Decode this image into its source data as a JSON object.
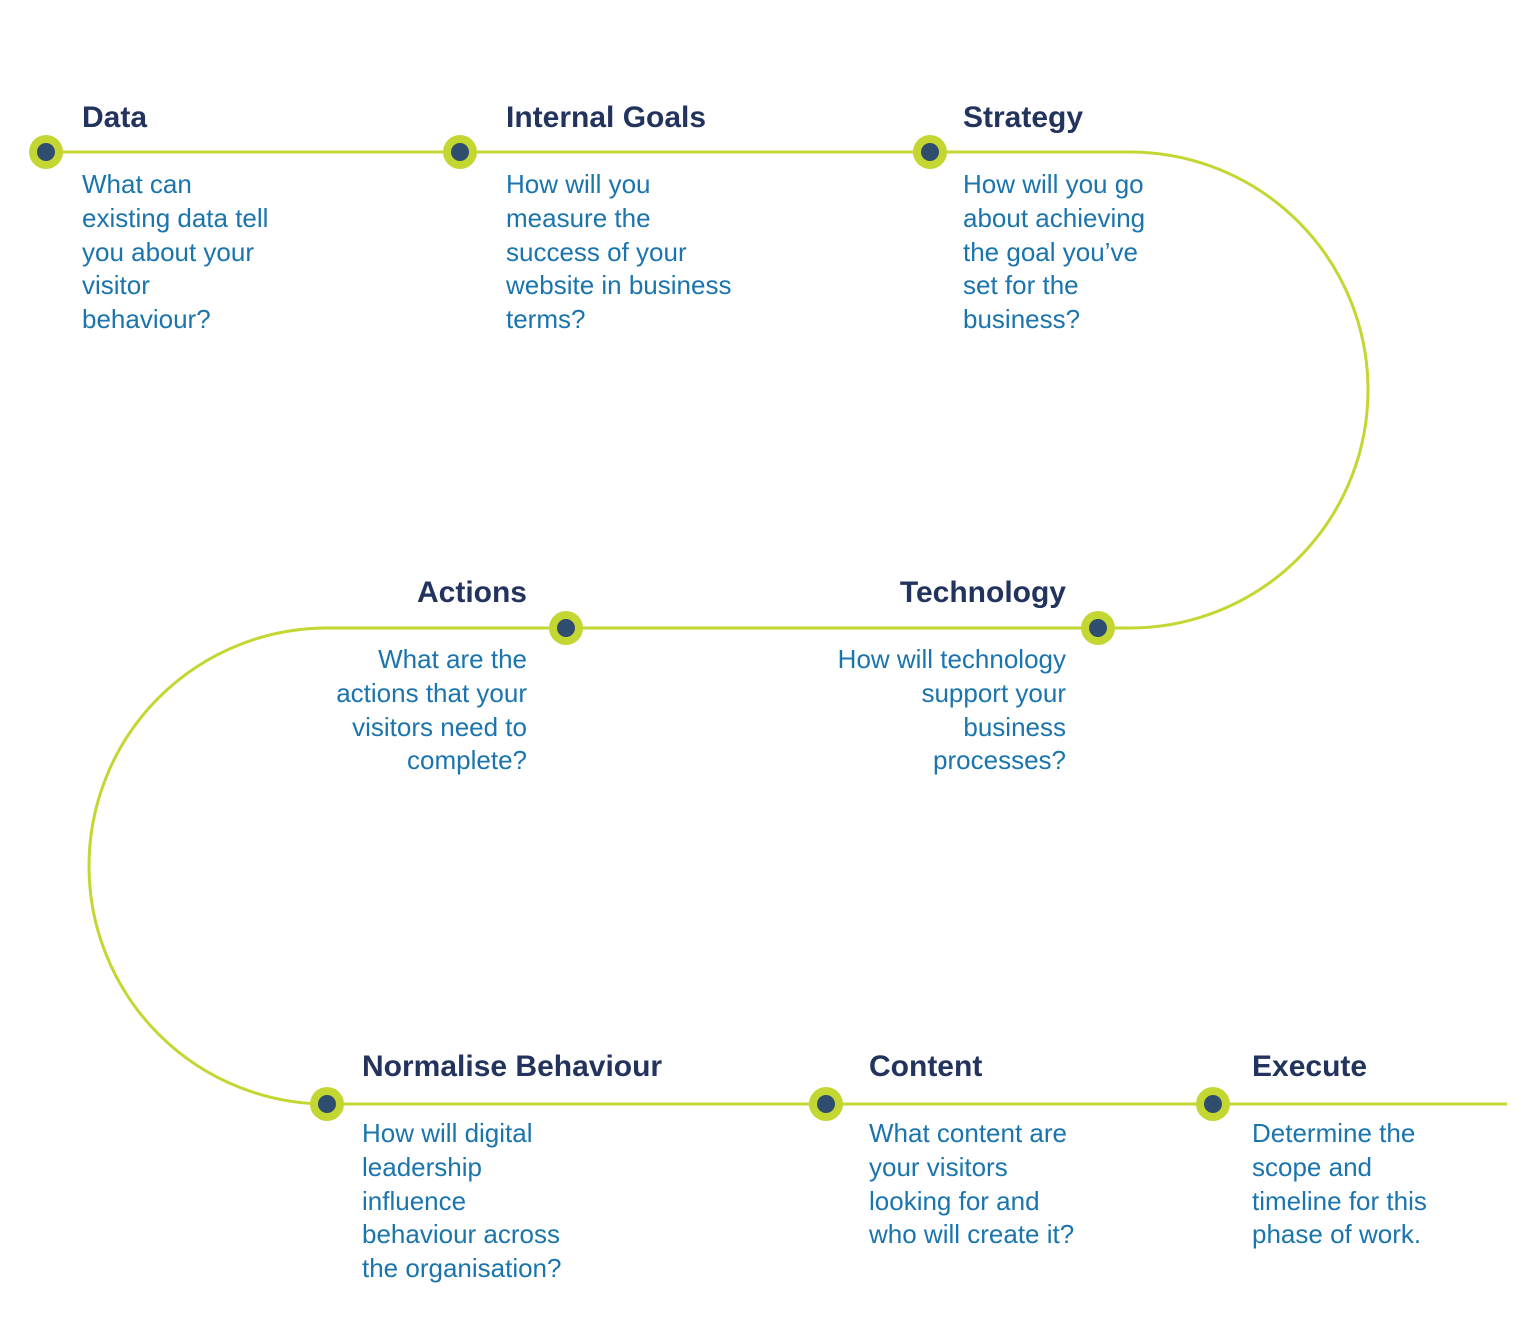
{
  "colors": {
    "path": "#c4d631",
    "node_ring": "#c4d631",
    "node_center": "#2f4d6e",
    "title": "#22335e",
    "description": "#1a74ad"
  },
  "steps": [
    {
      "title": "Data",
      "description": "What can\nexisting data tell\nyou about your\nvisitor\nbehaviour?"
    },
    {
      "title": "Internal Goals",
      "description": "How will you\nmeasure the\nsuccess of your\nwebsite in business\nterms?"
    },
    {
      "title": "Strategy",
      "description": "How will you go\nabout achieving\nthe goal you’ve\nset for the\nbusiness?"
    },
    {
      "title": "Technology",
      "description": "How will technology\nsupport your\nbusiness\nprocesses?"
    },
    {
      "title": "Actions",
      "description": "What are the\nactions that your\nvisitors need to\ncomplete?"
    },
    {
      "title": "Normalise Behaviour",
      "description": "How will digital\nleadership\ninfluence\nbehaviour across\nthe organisation?"
    },
    {
      "title": "Content",
      "description": "What content are\nyour visitors\nlooking for and\nwho will create it?"
    },
    {
      "title": "Execute",
      "description": "Determine the\nscope and\ntimeline for this\nphase of work."
    }
  ]
}
